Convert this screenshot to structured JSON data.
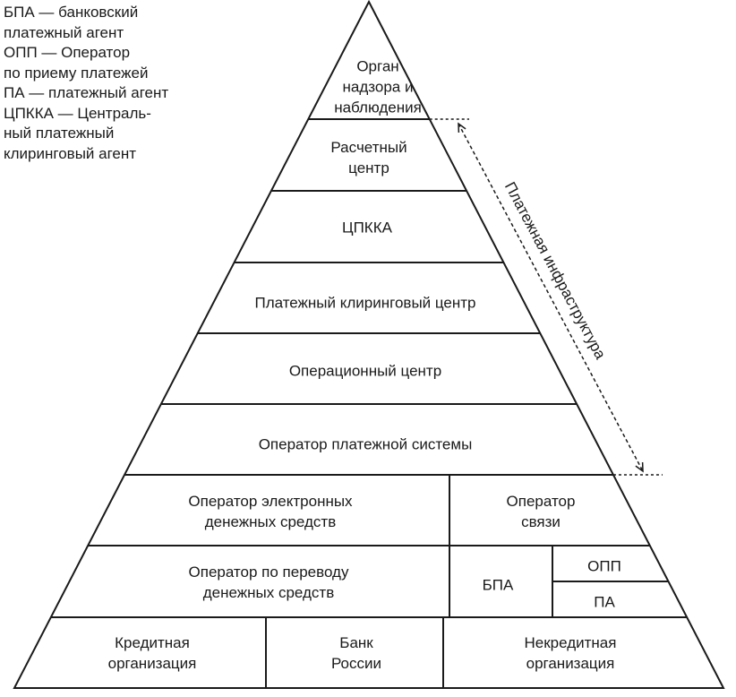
{
  "legend": [
    "БПА — банковский",
    "платежный агент",
    "ОПП — Оператор",
    "по приему платежей",
    "ПА — платежный агент",
    "ЦПККА — Централь-",
    "ный платежный",
    "клиринговый агент"
  ],
  "levels": {
    "supervisor": [
      "Орган",
      "надзора и",
      "наблюдения"
    ],
    "settlement_center": [
      "Расчетный",
      "центр"
    ],
    "cpkka": [
      "ЦПККА"
    ],
    "clearing_center": [
      "Платежный клиринговый центр"
    ],
    "operational_center": [
      "Операционный центр"
    ],
    "payment_system_operator": [
      "Оператор платежной системы"
    ],
    "e_money_operator": [
      "Оператор электронных",
      "денежных средств"
    ],
    "communications_operator": [
      "Оператор",
      "связи"
    ],
    "money_transfer_operator": [
      "Оператор по переводу",
      "денежных средств"
    ],
    "bpa": [
      "БПА"
    ],
    "opp": [
      "ОПП"
    ],
    "pa": [
      "ПА"
    ],
    "credit_org": [
      "Кредитная",
      "организация"
    ],
    "bank_of_russia": [
      "Банк",
      "России"
    ],
    "noncredit_org": [
      "Некредитная",
      "организация"
    ]
  },
  "infrastructure_label": "Платежная инфраструктура"
}
